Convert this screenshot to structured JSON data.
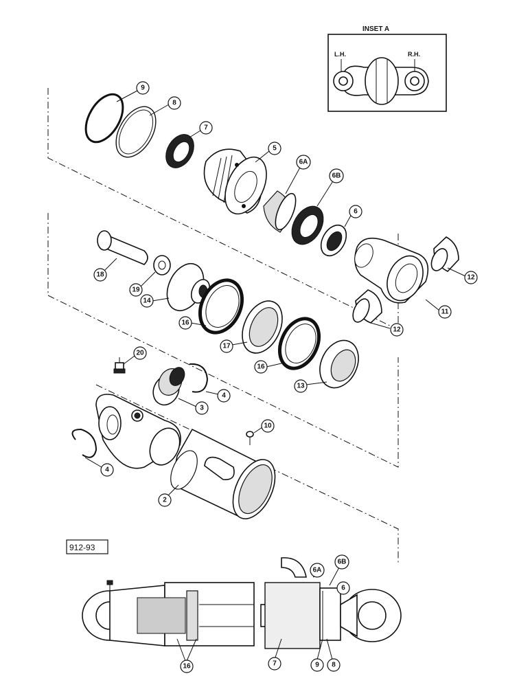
{
  "inset": {
    "title": "INSET A",
    "left_label": "L.H.",
    "right_label": "R.H."
  },
  "reference": "912-93",
  "callouts": [
    "9",
    "8",
    "7",
    "5",
    "6A",
    "6B",
    "6",
    "18",
    "19",
    "14",
    "16",
    "17",
    "16",
    "13",
    "12",
    "11",
    "12",
    "20",
    "3",
    "4",
    "10",
    "4",
    "2"
  ],
  "section_callouts": [
    "6A",
    "6B",
    "6",
    "16",
    "7",
    "9",
    "8"
  ]
}
